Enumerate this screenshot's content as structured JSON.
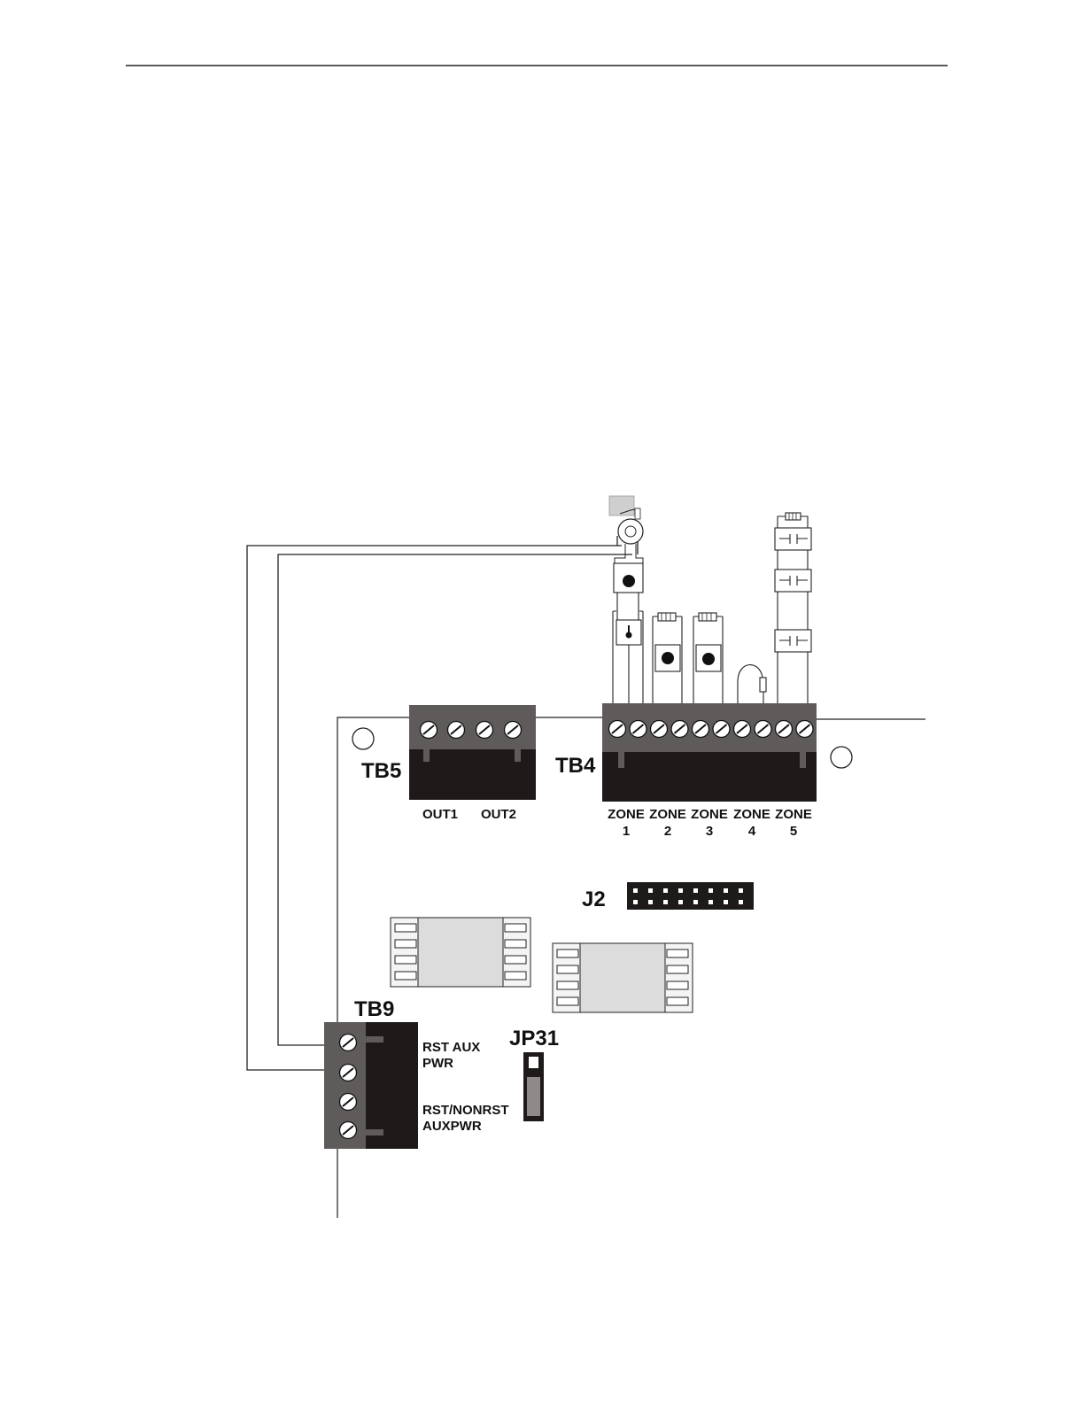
{
  "colors": {
    "block_dark": "#1e1a19",
    "block_gray": "#5f5b5a",
    "socket_fill": "#dcdcdc",
    "line": "#222222"
  },
  "terminal_blocks": {
    "tb5": {
      "label": "TB5",
      "terminals": [
        "OUT1",
        "OUT2"
      ]
    },
    "tb4": {
      "label": "TB4",
      "zone_word": "ZONE",
      "zones": [
        "1",
        "2",
        "3",
        "4",
        "5"
      ]
    },
    "tb9": {
      "label": "TB9",
      "terminals": [
        {
          "line1": "RST AUX",
          "line2": "PWR"
        },
        {
          "line1": "RST/NONRST",
          "line2": "AUXPWR"
        }
      ]
    }
  },
  "connectors": {
    "j2": {
      "label": "J2"
    },
    "jp31": {
      "label": "JP31"
    }
  }
}
